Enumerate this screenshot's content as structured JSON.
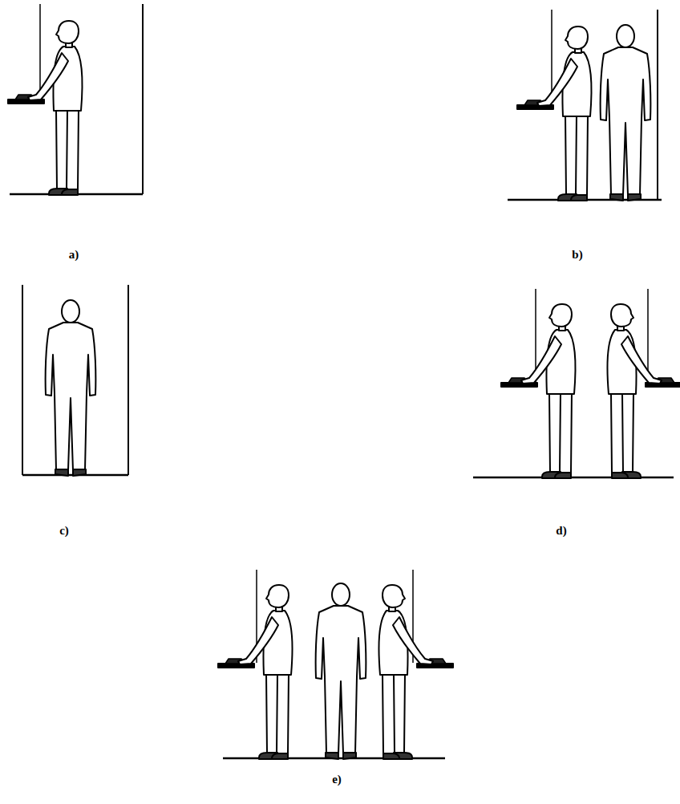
{
  "diagram": {
    "labels": [
      "a)",
      "b)",
      "c)",
      "d)",
      "e)"
    ]
  }
}
